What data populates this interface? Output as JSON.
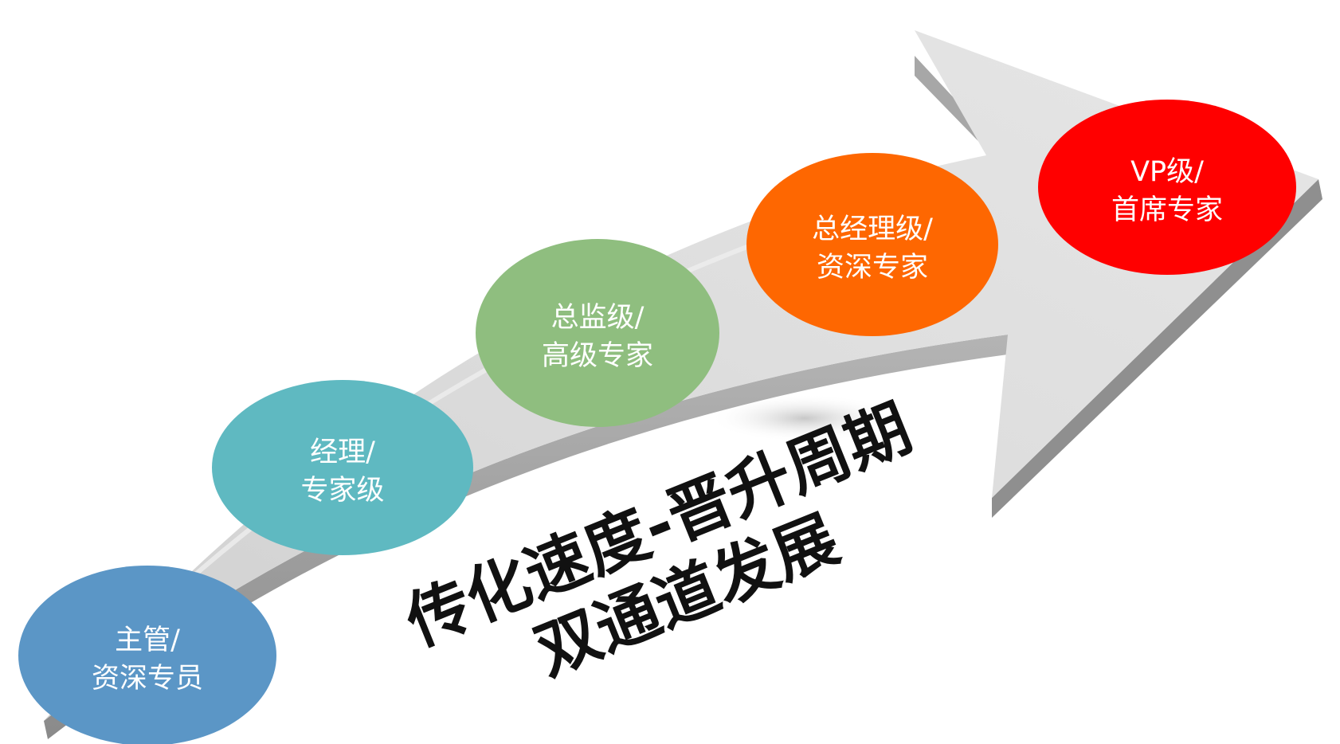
{
  "stages": [
    {
      "line1": "主管/",
      "line2": "资深专员",
      "color": "#5b96c6"
    },
    {
      "line1": "经理/",
      "line2": "专家级",
      "color": "#5fb9c1"
    },
    {
      "line1": "总监级/",
      "line2": "高级专家",
      "color": "#8fbe7f"
    },
    {
      "line1": "总经理级/",
      "line2": "资深专家",
      "color": "#fe6701"
    },
    {
      "line1": "VP级/",
      "line2": "首席专家",
      "color": "#ff0000"
    }
  ],
  "title": {
    "line1": "传化速度-晋升周期",
    "line2": "双通道发展"
  },
  "colors": {
    "arrow_top": "#dcdcdc",
    "arrow_side": "#9d9d9d",
    "title_text": "#111111"
  }
}
